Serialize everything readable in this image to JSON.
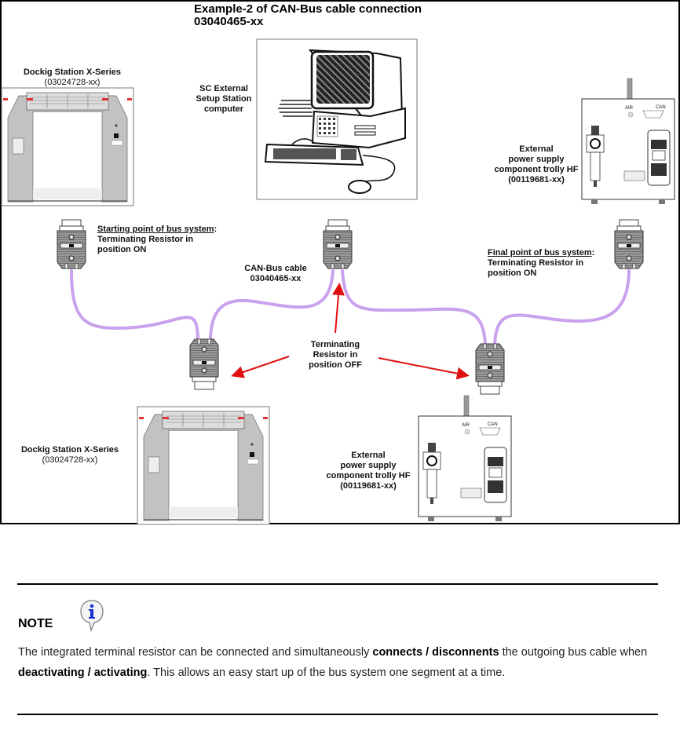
{
  "diagram": {
    "title_line1": "Example-2 of CAN-Bus cable connection",
    "title_line2": "03040465-xx",
    "nodes": {
      "docking_top": {
        "name": "Dockig Station X-Series",
        "part": "(03024728-xx)"
      },
      "computer": {
        "line1": "SC External",
        "line2": "Setup Station",
        "line3": "computer"
      },
      "psu_top": {
        "line1": "External",
        "line2": "power supply",
        "line3": "component trolly HF",
        "part": "(00119681-xx)",
        "air_label": "AIR",
        "can_label": "CAN"
      },
      "docking_bottom": {
        "name": "Dockig Station X-Series",
        "part": "(03024728-xx)"
      },
      "psu_bottom": {
        "line1": "External",
        "line2": "power supply",
        "line3": "component trolly HF",
        "part": "(00119681-xx)",
        "air_label": "AIR",
        "can_label": "CAN"
      }
    },
    "annotations": {
      "start": {
        "heading": "Starting point of bus system",
        "colon": ":",
        "line2": "Terminating Resistor in",
        "line3": "position ON"
      },
      "final": {
        "heading": "Final point of bus system",
        "colon": ":",
        "line2": "Terminating Resistor in",
        "line3": "position ON"
      },
      "cable": {
        "line1": "CAN-Bus cable",
        "line2": "03040465-xx"
      },
      "off": {
        "line1": "Terminating",
        "line2": "Resistor in",
        "line3": "position OFF"
      }
    },
    "colors": {
      "cable": "#c9a2ee",
      "arrow": "#e01010",
      "connector": "#8a8a8a",
      "frame_gray": "#b8b8b8"
    }
  },
  "note": {
    "title": "NOTE",
    "icon": "info-icon",
    "text_1": "The integrated terminal resistor can be connected and simultaneously ",
    "bold_1": "connects",
    "sep_1": " / ",
    "bold_2": "disconnents",
    "text_2": " the outgoing bus cable when ",
    "bold_3": "deactivating",
    "sep_2": " / ",
    "bold_4": "activating",
    "text_3": ". This allows an easy start up of the bus system one segment at a time."
  }
}
